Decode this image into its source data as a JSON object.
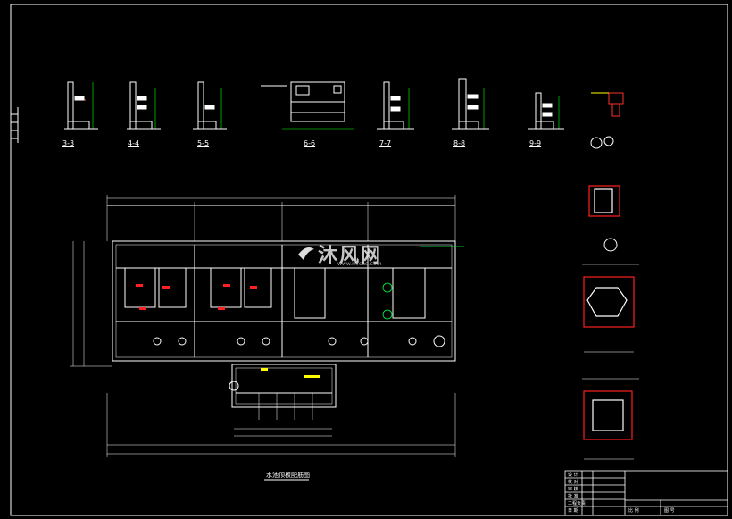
{
  "drawing": {
    "background": "#000000",
    "line_color": "#ffffff",
    "accent_red": "#ff2020",
    "accent_green": "#00ff40",
    "accent_yellow": "#ffff00",
    "accent_cyan": "#00ffff"
  },
  "sections": [
    "3-3",
    "4-4",
    "5-5",
    "6-6",
    "7-7",
    "8-8",
    "9-9"
  ],
  "plan_title": "水池顶板配筋图",
  "watermark": {
    "brand": "沐风网",
    "url": "www.mfcad.com"
  },
  "title_block": {
    "rows": [
      "设 计",
      "校 对",
      "审 核",
      "批 准",
      "工程负责",
      "日 期"
    ],
    "bottom_left": "比 例",
    "bottom_mid": "图 号"
  }
}
